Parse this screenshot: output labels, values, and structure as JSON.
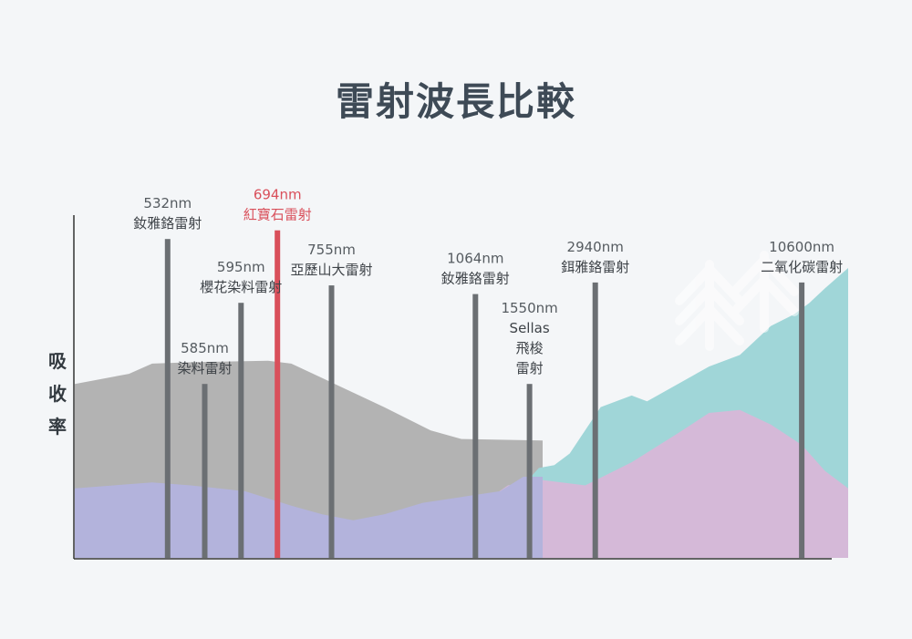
{
  "chart_data": {
    "type": "area",
    "title": "雷射波長比較",
    "ylabel": "吸收率",
    "xlabel": "",
    "areas": [
      {
        "color": "#b3b3b3",
        "points": [
          [
            0.0,
            0.6
          ],
          [
            0.07,
            0.635
          ],
          [
            0.1,
            0.67
          ],
          [
            0.15,
            0.675
          ],
          [
            0.25,
            0.68
          ],
          [
            0.28,
            0.67
          ],
          [
            0.32,
            0.62
          ],
          [
            0.4,
            0.52
          ],
          [
            0.46,
            0.44
          ],
          [
            0.5,
            0.41
          ],
          [
            0.605,
            0.405
          ],
          [
            0.605,
            0.0
          ],
          [
            0.0,
            0.0
          ]
        ]
      },
      {
        "color": "#a0d6d8",
        "points": [
          [
            0.58,
            0.25
          ],
          [
            0.6,
            0.31
          ],
          [
            0.62,
            0.32
          ],
          [
            0.64,
            0.36
          ],
          [
            0.68,
            0.52
          ],
          [
            0.72,
            0.56
          ],
          [
            0.74,
            0.54
          ],
          [
            0.78,
            0.6
          ],
          [
            0.82,
            0.66
          ],
          [
            0.86,
            0.7
          ],
          [
            0.9,
            0.8
          ],
          [
            0.93,
            0.84
          ],
          [
            0.95,
            0.88
          ],
          [
            0.97,
            0.93
          ],
          [
            1.0,
            1.0
          ],
          [
            1.0,
            0.0
          ],
          [
            0.58,
            0.0
          ]
        ]
      },
      {
        "color": "#d5b9d8",
        "points": [
          [
            0.5,
            0.14
          ],
          [
            0.56,
            0.25
          ],
          [
            0.6,
            0.27
          ],
          [
            0.66,
            0.25
          ],
          [
            0.72,
            0.33
          ],
          [
            0.78,
            0.43
          ],
          [
            0.82,
            0.5
          ],
          [
            0.86,
            0.51
          ],
          [
            0.9,
            0.46
          ],
          [
            0.94,
            0.39
          ],
          [
            0.97,
            0.3
          ],
          [
            1.0,
            0.24
          ],
          [
            1.0,
            0.0
          ],
          [
            0.5,
            0.0
          ]
        ]
      },
      {
        "color": "#b3b3dc",
        "points": [
          [
            0.0,
            0.24
          ],
          [
            0.05,
            0.25
          ],
          [
            0.1,
            0.26
          ],
          [
            0.15,
            0.25
          ],
          [
            0.22,
            0.23
          ],
          [
            0.28,
            0.18
          ],
          [
            0.32,
            0.15
          ],
          [
            0.36,
            0.13
          ],
          [
            0.4,
            0.15
          ],
          [
            0.45,
            0.19
          ],
          [
            0.5,
            0.21
          ],
          [
            0.55,
            0.23
          ],
          [
            0.58,
            0.28
          ],
          [
            0.605,
            0.28
          ],
          [
            0.605,
            0.0
          ],
          [
            0.0,
            0.0
          ]
        ]
      }
    ],
    "lasers": [
      {
        "wavelength": "532nm",
        "name": "釹雅鉻雷射",
        "pos": 0.12,
        "height": 1.1,
        "label_anchor": "above",
        "color": "#6b6f73"
      },
      {
        "wavelength": "585nm",
        "name": "染料雷射",
        "pos": 0.168,
        "height": 0.6,
        "label_anchor": "above",
        "color": "#6b6f73"
      },
      {
        "wavelength": "595nm",
        "name": "櫻花染料雷射",
        "pos": 0.215,
        "height": 0.88,
        "label_anchor": "above",
        "color": "#6b6f73"
      },
      {
        "wavelength": "694nm",
        "name": "紅寶石雷射",
        "pos": 0.262,
        "height": 1.13,
        "label_anchor": "above",
        "color": "#d9505b"
      },
      {
        "wavelength": "755nm",
        "name": "亞歷山大雷射",
        "pos": 0.332,
        "height": 0.94,
        "label_anchor": "above",
        "color": "#6b6f73"
      },
      {
        "wavelength": "1064nm",
        "name": "釹雅鉻雷射",
        "pos": 0.518,
        "height": 0.91,
        "label_anchor": "above",
        "color": "#6b6f73"
      },
      {
        "wavelength": "1550nm",
        "name": "Sellas 飛梭 雷射",
        "pos": 0.588,
        "height": 0.6,
        "label_anchor": "above",
        "color": "#6b6f73"
      },
      {
        "wavelength": "2940nm",
        "name": "鉺雅鉻雷射",
        "pos": 0.673,
        "height": 0.95,
        "label_anchor": "above",
        "color": "#6b6f73"
      },
      {
        "wavelength": "10600nm",
        "name": "二氧化碳雷射",
        "pos": 0.94,
        "height": 0.95,
        "label_anchor": "above",
        "color": "#6b6f73"
      }
    ],
    "grid": false,
    "legend": "none"
  }
}
